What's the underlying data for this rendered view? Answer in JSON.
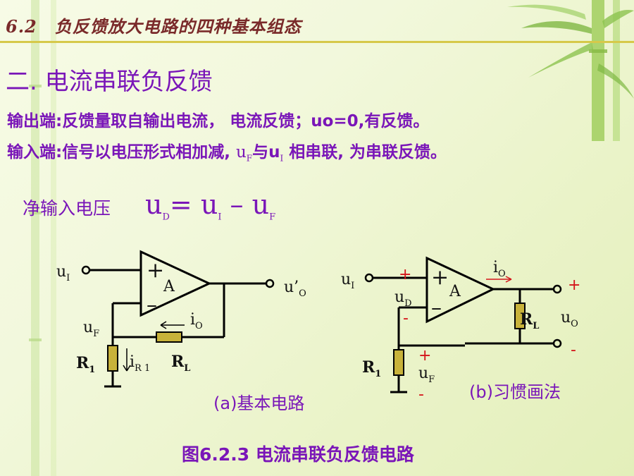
{
  "header": {
    "title": "6.2　负反馈放大电路的四种基本组态"
  },
  "heading": "二. 电流串联负反馈",
  "line1": {
    "text": "输出端:反馈量取自输出电流，  电流反馈；uo=0,有反馈。"
  },
  "line2": {
    "prefix": "输入端:信号以电压形式相加减, ",
    "u1": "u",
    "sub1": "F",
    "mid": "与u",
    "sub2": "I",
    "suffix": " 相串联, 为串联反馈。"
  },
  "equation": {
    "label": "净输入电压",
    "u": "u",
    "d": "D",
    "eq": "= ",
    "i": "I",
    "minus": " – ",
    "f": "F"
  },
  "circuit_a": {
    "caption": "(a)基本电路",
    "ui": "u",
    "ui_sub": "I",
    "amp": "A",
    "plus": "+",
    "minus": "–",
    "uo": "u’",
    "uo_sub": "O",
    "uf": "u",
    "uf_sub": "F",
    "io": "i",
    "io_sub": "O",
    "r1": "R",
    "r1_sub": "1",
    "ir1": "i",
    "ir1_sub": "R 1",
    "rl": "R",
    "rl_sub": "L"
  },
  "circuit_b": {
    "caption": "(b)习惯画法",
    "ui": "u",
    "ui_sub": "I",
    "ud": "u",
    "ud_sub": "D",
    "amp": "A",
    "plus": "+",
    "minus": "–",
    "io": "i",
    "io_sub": "O",
    "rl": "R",
    "rl_sub": "L",
    "uo": "u",
    "uo_sub": "O",
    "r1": "R",
    "r1_sub": "1",
    "uf": "u",
    "uf_sub": "F",
    "sign_plus": "+",
    "sign_minus": "-"
  },
  "figure_caption": "图6.2.3 电流串联负反馈电路",
  "colors": {
    "text": "#7a16b8",
    "signs": "#d4141a",
    "wire": "#000000",
    "resistor": "#c8b23a",
    "header": "#7a2a2a"
  }
}
